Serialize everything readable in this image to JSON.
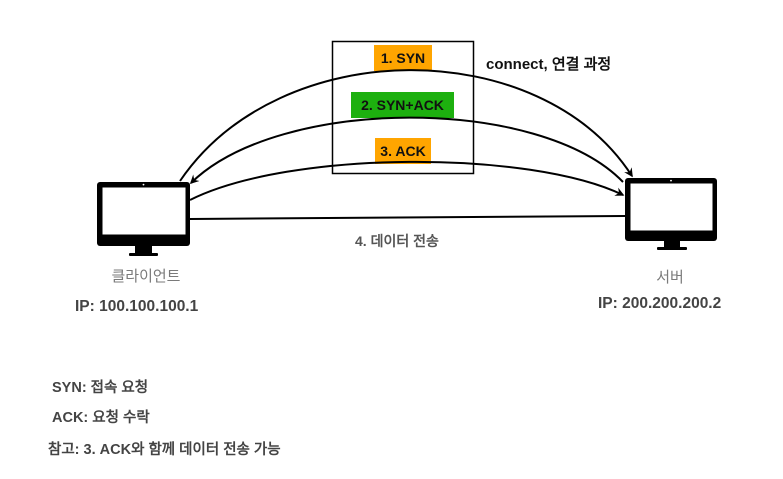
{
  "handshake": {
    "steps": [
      {
        "label": "1. SYN",
        "color": "#FFA500"
      },
      {
        "label": "2. SYN+ACK",
        "color": "#1DB00F"
      },
      {
        "label": "3. ACK",
        "color": "#FFA500"
      }
    ],
    "connect_label": "connect, 연결 과정",
    "data_transfer_label": "4. 데이터 전송"
  },
  "client": {
    "name": "클라이언트",
    "ip": "IP: 100.100.100.1",
    "icon": "monitor-icon"
  },
  "server": {
    "name": "서버",
    "ip": "IP: 200.200.200.2",
    "icon": "monitor-icon"
  },
  "legend": [
    "SYN: 접속 요청",
    "ACK: 요청 수락",
    "참고: 3. ACK와 함께 데이터 전송 가능"
  ]
}
